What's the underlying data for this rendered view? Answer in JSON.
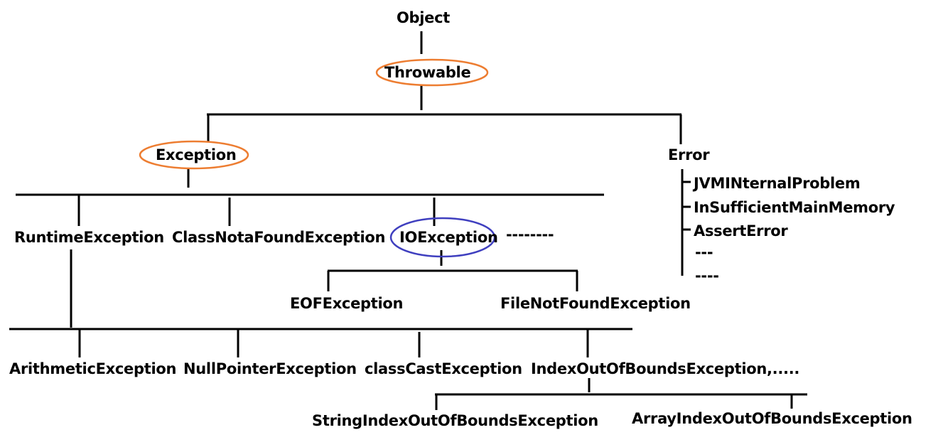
{
  "colors": {
    "line": "#000000",
    "highlight_orange": "#ed7d31",
    "highlight_blue": "#3f3fbf"
  },
  "nodes": {
    "object": "Object",
    "throwable": "Throwable",
    "exception": "Exception",
    "error": "Error",
    "jvm_internal": "JVMINternalProblem",
    "insufficient_memory": "InSufficientMainMemory",
    "assert_error": "AssertError",
    "error_more_1": "---",
    "error_more_2": "----",
    "runtime_exception": "RuntimeException",
    "class_not_found": "ClassNotaFoundException",
    "io_exception": "IOException",
    "exception_more": "--------",
    "eof_exception": "EOFException",
    "file_not_found": "FileNotFoundException",
    "arithmetic": "ArithmeticException",
    "null_pointer": "NullPointerException",
    "class_cast": "classCastException",
    "index_out_of_bounds": "IndexOutOfBoundsException,.....",
    "string_index": "StringIndexOutOfBoundsException",
    "array_index": "ArrayIndexOutOfBoundsException"
  },
  "highlights": {
    "throwable": "orange",
    "exception": "orange",
    "io_exception": "blue"
  }
}
